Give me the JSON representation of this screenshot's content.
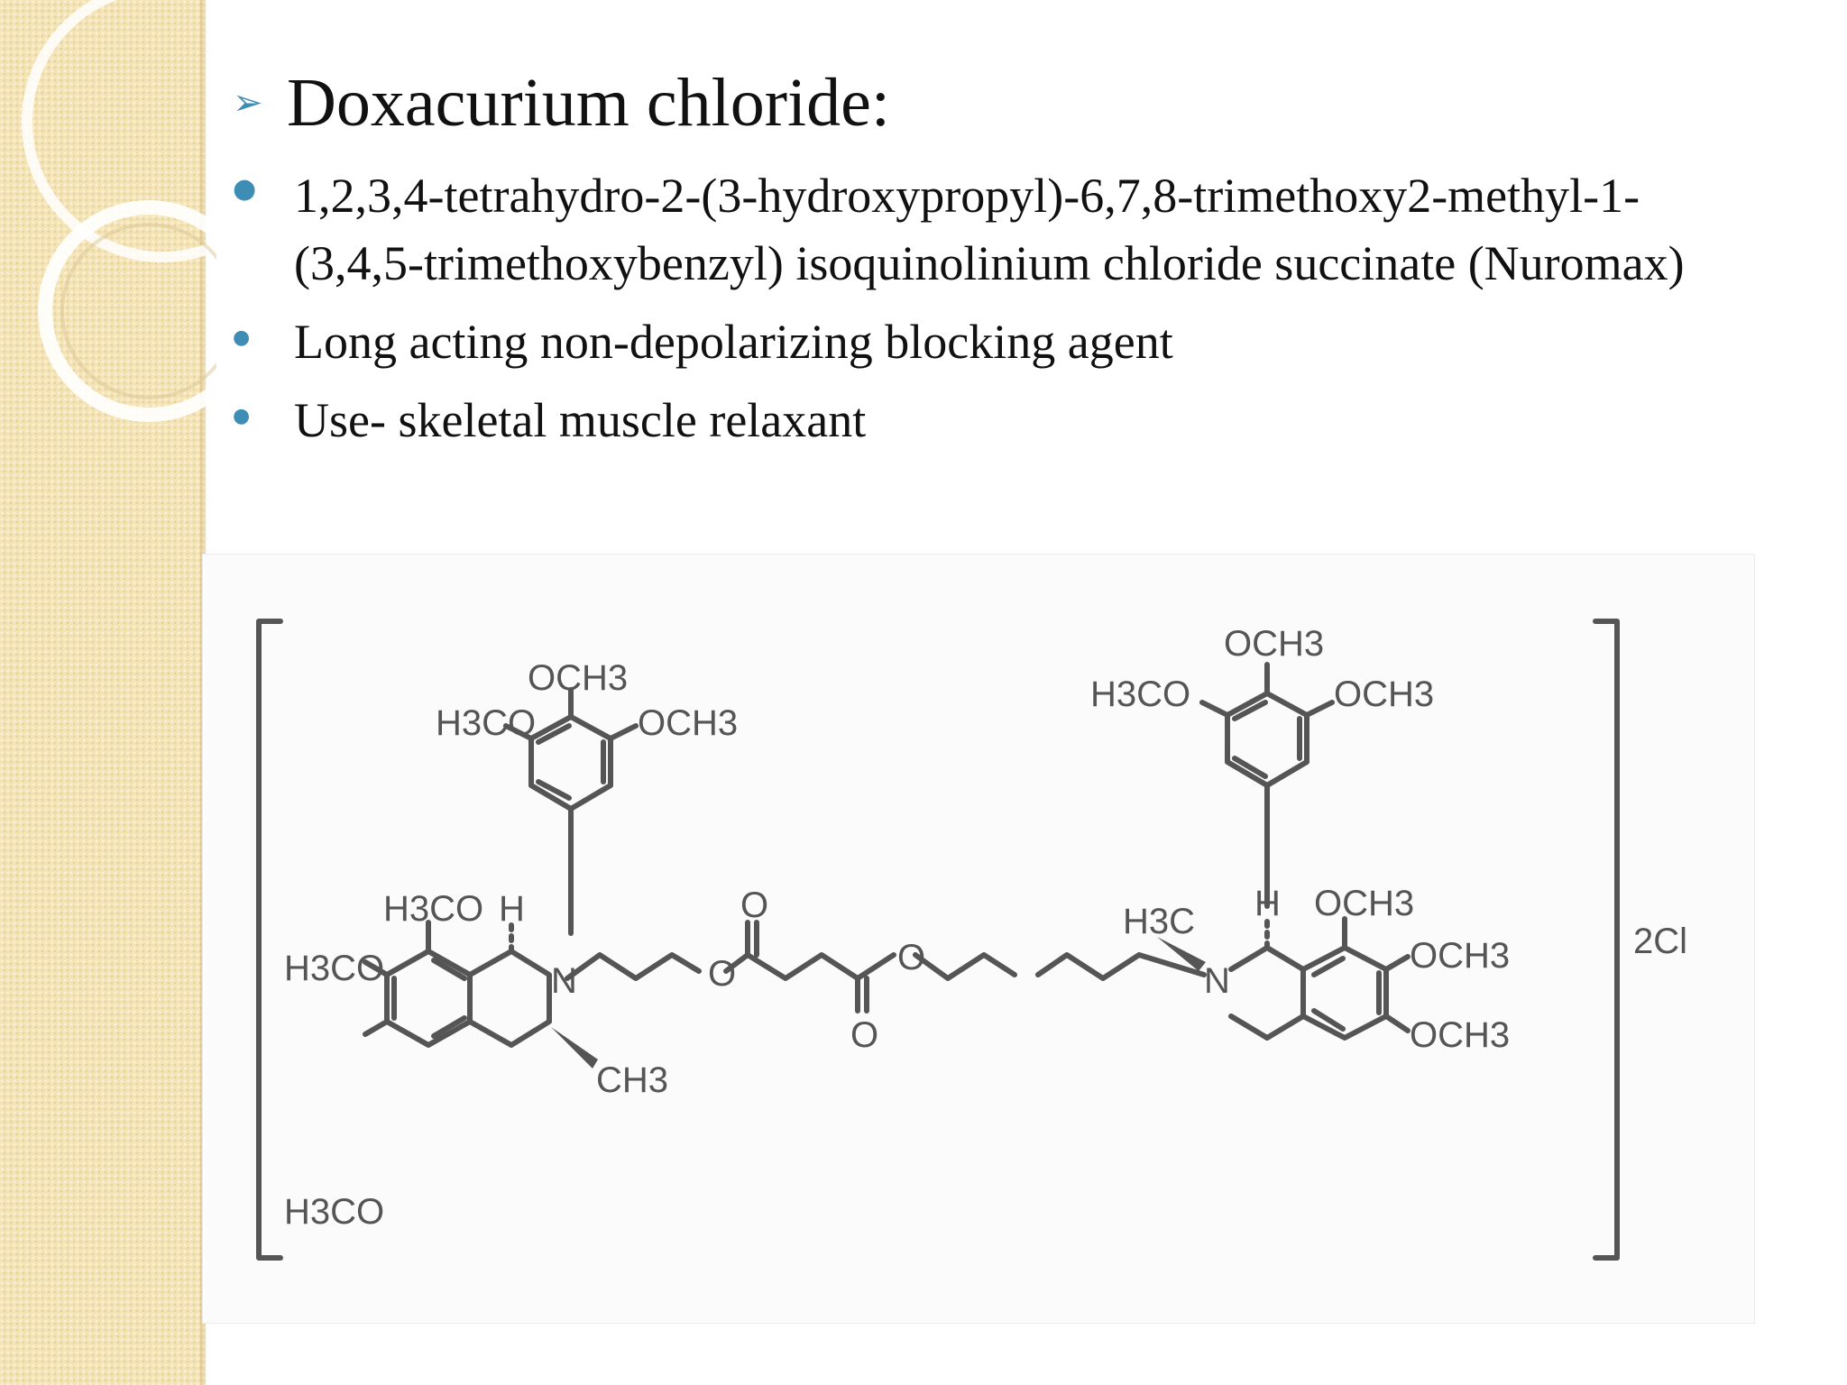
{
  "slide": {
    "title": "Doxacurium chloride:",
    "bullets": [
      "1,2,3,4-tetrahydro-2-(3-hydroxypropyl)-6,7,8-trimethoxy2-methyl-1-(3,4,5-trimethoxybenzyl) isoquinolinium chloride succinate (Nuromax)",
      "Long acting non-depolarizing blocking agent",
      "Use- skeletal muscle relaxant"
    ]
  },
  "theme": {
    "accent_color": "#3d8db5",
    "side_band_color": "#f4e3b4",
    "text_color": "#111111",
    "title_marker_icon": "arrowhead-bullet-icon",
    "bullet_icon": "round-bullet-icon"
  },
  "structure": {
    "labels": {
      "och3": "OCH3",
      "h3co": "H3CO",
      "h": "H",
      "n_plus": "N",
      "ch3": "CH3",
      "h3c": "H3C",
      "o": "O",
      "counter_ion": "2Cl"
    }
  }
}
